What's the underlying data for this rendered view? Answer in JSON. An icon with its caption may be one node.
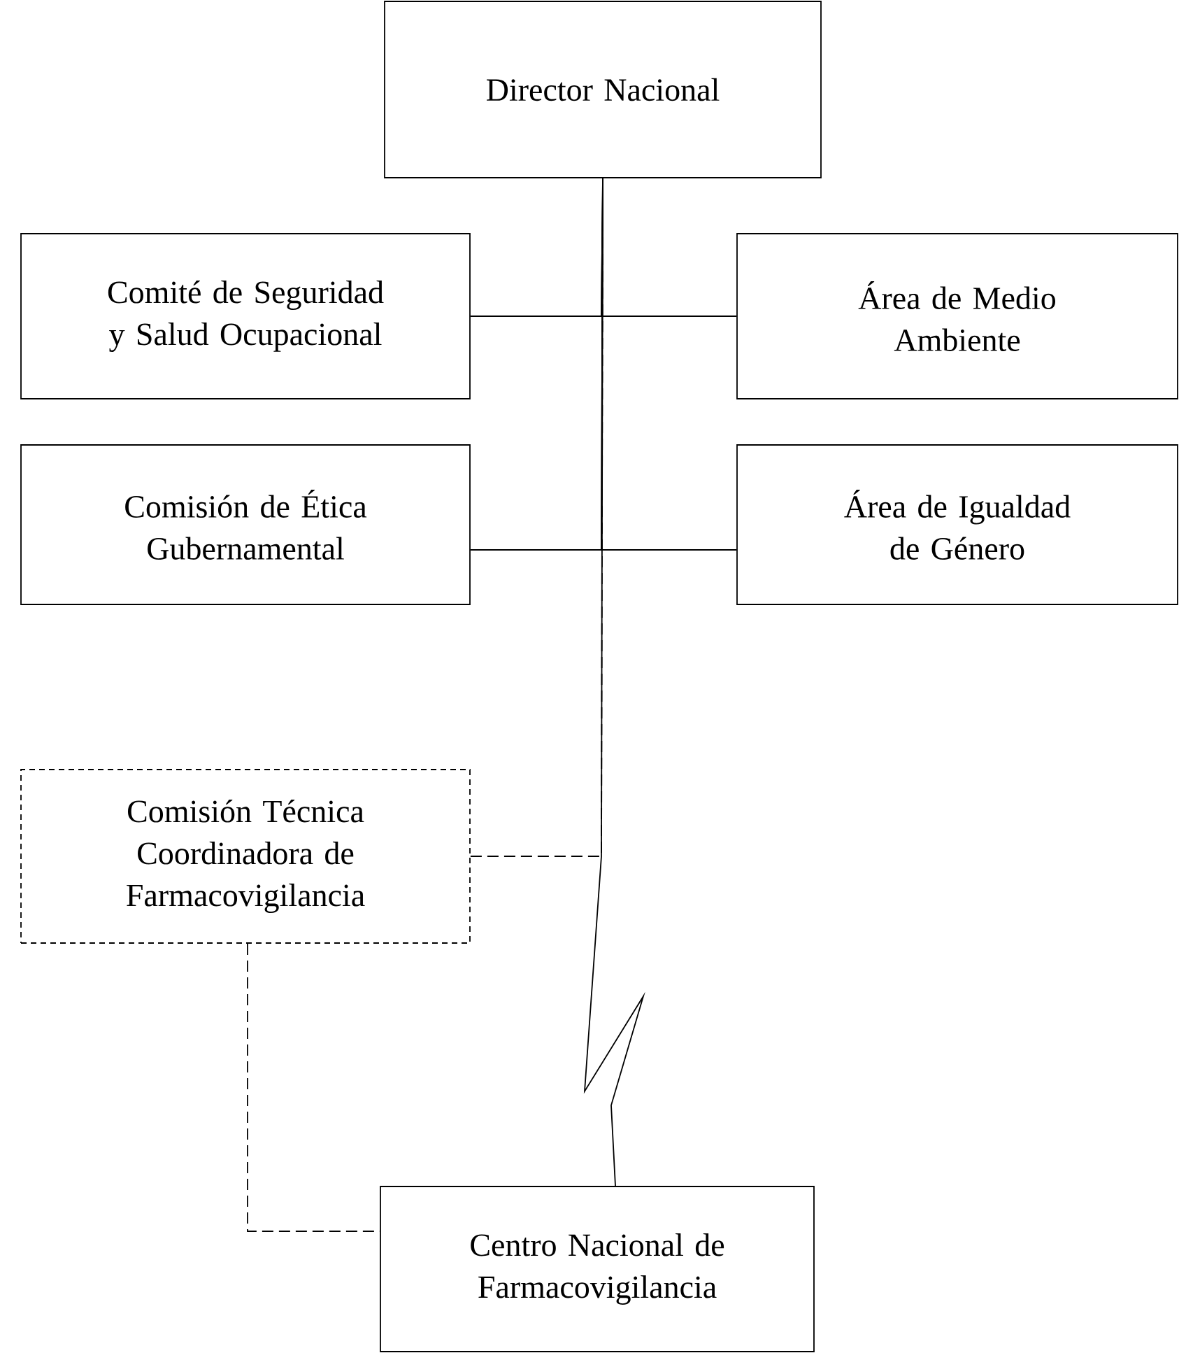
{
  "diagram": {
    "nodes": [
      {
        "text": [
          "Director Nacional"
        ]
      },
      {
        "text": [
          "Comité de Seguridad y Salud Ocupacional"
        ]
      },
      {
        "text": [
          "Área de Medio Ambiente"
        ]
      },
      {
        "text": [
          "Comisión de Ética Gubernamental"
        ]
      },
      {
        "text": [
          "Área de Igualdad de Género"
        ]
      },
      {
        "text": [
          "Comisión Técnica Coordinadora de Farmacovigilancia"
        ]
      },
      {
        "text": [
          "Centro Nacional de Farmacovigilancia"
        ]
      }
    ],
    "edges": [
      {
        "from": 0,
        "to": 1,
        "arrow": "none"
      },
      {
        "from": 0,
        "to": 2,
        "arrow": "none"
      },
      {
        "from": 0,
        "to": 3,
        "arrow": "none"
      },
      {
        "from": 0,
        "to": 4,
        "arrow": "none"
      },
      {
        "from": 0,
        "to": 6,
        "arrow": "none"
      },
      {
        "from": 5,
        "to": 0,
        "arrow": "none",
        "style": "dashed"
      },
      {
        "from": 5,
        "to": 6,
        "arrow": "none",
        "style": "dashed"
      }
    ]
  }
}
